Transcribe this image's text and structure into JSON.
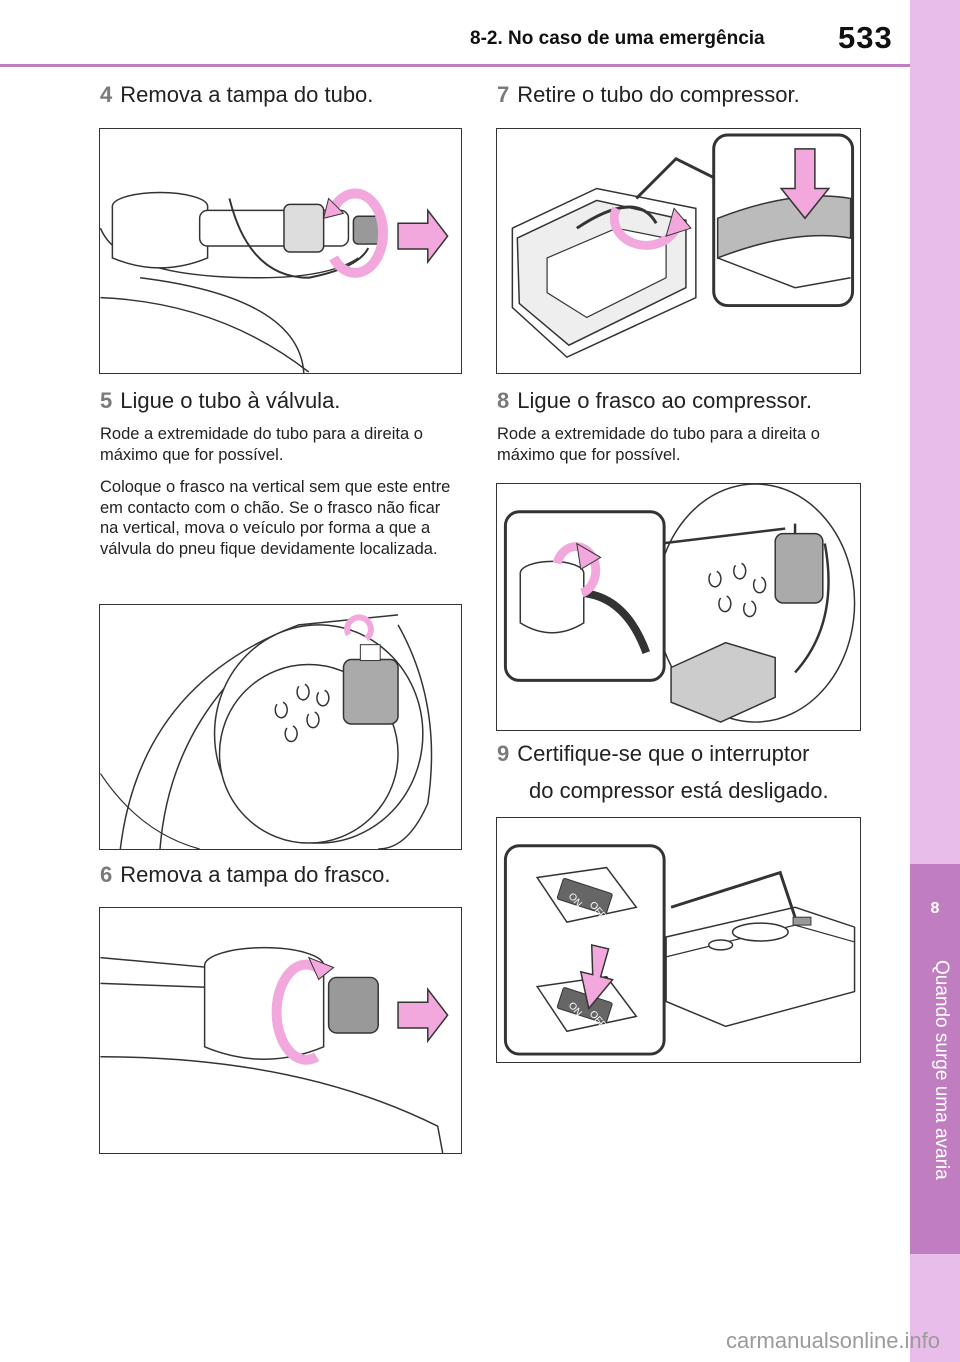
{
  "header": {
    "section_title": "8-2. No caso de uma emergência",
    "page_number": "533"
  },
  "side_tab": {
    "chapter_number": "8",
    "chapter_title": "Quando surge uma avaria"
  },
  "steps": [
    {
      "num": "4",
      "text": "Remova a tampa do tubo."
    },
    {
      "num": "5",
      "text": "Ligue o tubo à válvula."
    },
    {
      "num": "6",
      "text": "Remova a tampa do frasco."
    },
    {
      "num": "7",
      "text": "Retire o tubo do compressor."
    },
    {
      "num": "8",
      "text": "Ligue o frasco ao compressor."
    },
    {
      "num": "9",
      "text_line1": "Certifique-se que o interruptor",
      "text_line2": "do compressor está desligado."
    }
  ],
  "paragraphs": {
    "step5_p1": "Rode a extremidade do tubo para a direita o máximo que for possível.",
    "step5_p2": "Coloque o frasco na vertical sem que este entre em contacto com o chão. Se o frasco não ficar na vertical, mova o veículo por forma a que a válvula do pneu fique devidamente localizada.",
    "step8_p1": "Rode a extremidade do tubo para a direita o máximo que for possível."
  },
  "figure_labels": {
    "switch_on": "ON",
    "switch_off": "OFF"
  },
  "colors": {
    "accent": "#c07ec0",
    "tab_light": "#e9bde9",
    "arrow_pink": "#f2a8dc"
  },
  "watermark": "carmanualsonline.info"
}
